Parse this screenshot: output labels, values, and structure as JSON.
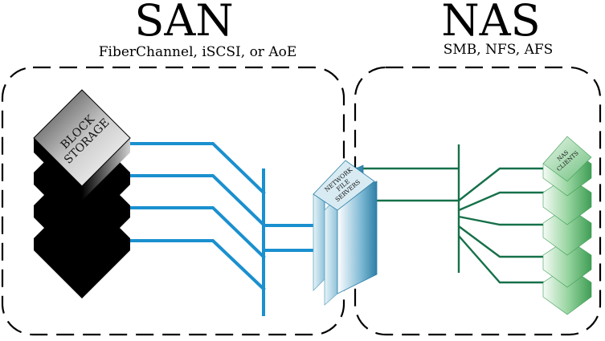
{
  "san": {
    "title": "SAN",
    "subtitle": "FiberChannel, iSCSI, or AoE",
    "storage_label_line1": "BLOCK",
    "storage_label_line2": "STORAGE",
    "link_color": "#1a90cf",
    "storage_color": "#000000"
  },
  "nas": {
    "title": "NAS",
    "subtitle": "SMB, NFS, AFS",
    "server_label_line1": "NETWORK",
    "server_label_line2": "FILE",
    "server_label_line3": "SERVERS",
    "clients_label_line1": "NAS",
    "clients_label_line2": "CLIENTS",
    "link_color": "#16704a",
    "server_color": "#5aa9c8",
    "clients_color": "#6cc57e"
  }
}
